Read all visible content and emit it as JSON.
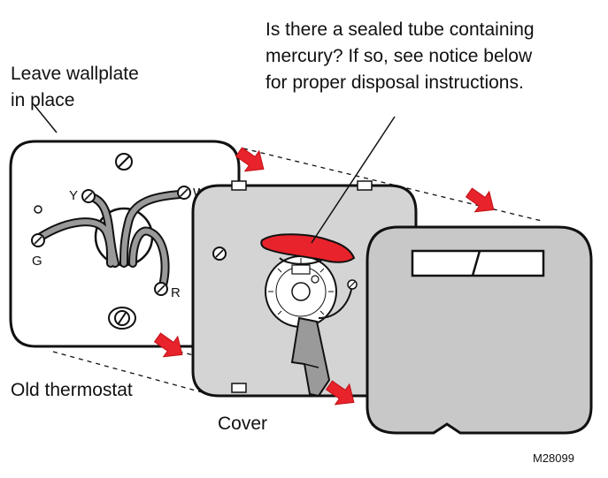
{
  "labels": {
    "mercury_note": [
      "Is there a sealed tube containing",
      "mercury? If so, see notice below",
      "for proper disposal instructions."
    ],
    "wallplate_note": [
      "Leave wallplate",
      "in place"
    ],
    "old_thermostat": "Old thermostat",
    "cover": "Cover",
    "figure_id": "M28099"
  },
  "terminals": {
    "y": "Y",
    "w": "W",
    "g": "G",
    "r": "R"
  },
  "colors": {
    "outline": "#111111",
    "plate_fill": "#ffffff",
    "base_fill": "#d4d4d4",
    "cover_fill": "#c8c8c8",
    "wire_fill": "#9a9a9a",
    "mercury_tube": "#e8232b",
    "arrow": "#e8232b"
  }
}
